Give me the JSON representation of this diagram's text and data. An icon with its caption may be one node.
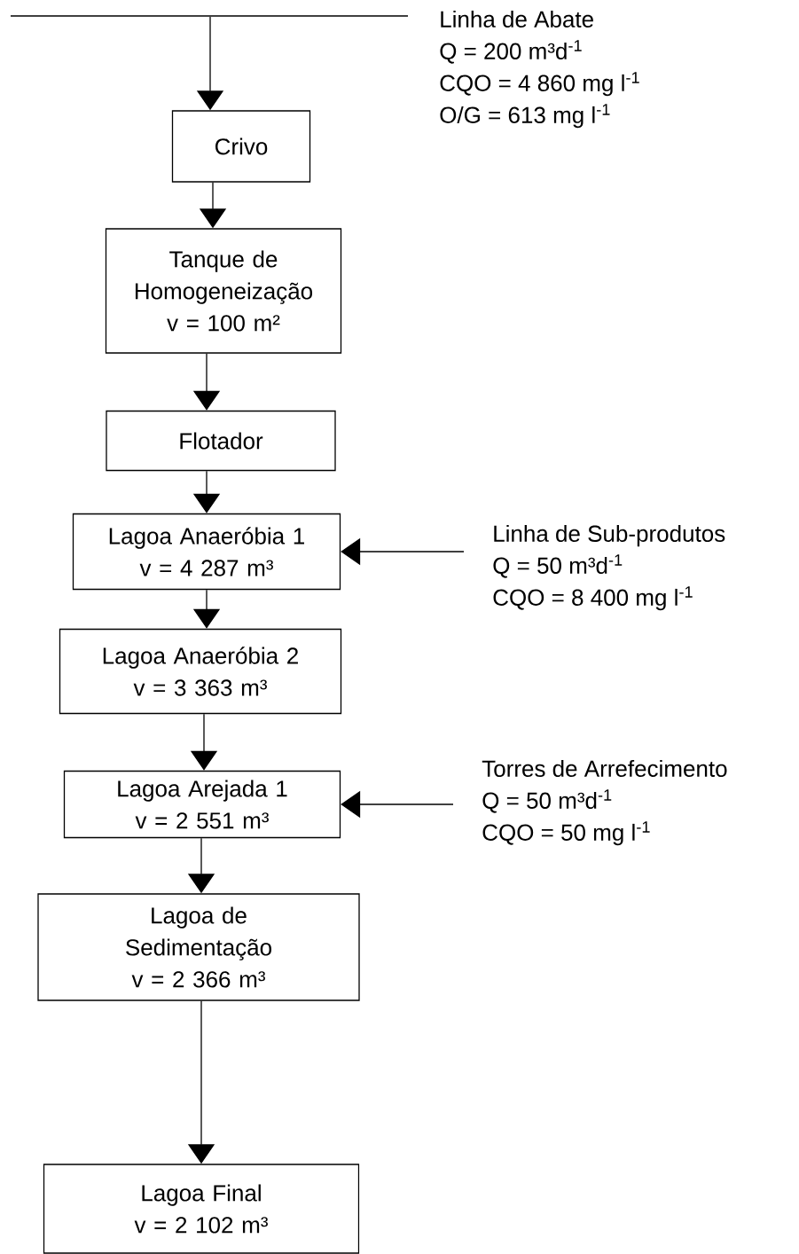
{
  "diagram": {
    "nodes": [
      {
        "text": [],
        "shape": "bar",
        "beside": [
          "Linha de Abate",
          "Q = 200 m³d$^{-1}$",
          "CQO = 4 860 mg l$^{-1}$",
          "O/G = 613 mg l$^{-1}$"
        ]
      },
      {
        "text": [
          "Crivo"
        ]
      },
      {
        "text": [
          "Tanque de Homogeneização",
          "v = 100 m²"
        ]
      },
      {
        "text": [
          "Flotador"
        ]
      },
      {
        "text": [
          "Lagoa Anaeróbia 1",
          "v = 4 287 m³"
        ]
      },
      {
        "text": [
          "Linha de Sub-produtos",
          "Q = 50 m³d$^{-1}$",
          "CQO = 8 400 mg l$^{-1}$"
        ]
      },
      {
        "text": [
          "Lagoa Anaeróbia 2",
          "v = 3 363 m³"
        ]
      },
      {
        "text": [
          "Lagoa Arejada 1",
          "v = 2 551 m³"
        ]
      },
      {
        "text": [
          "Torres de Arrefecimento",
          "Q = 50 m³d$^{-1}$",
          "CQO = 50 mg l$^{-1}$"
        ]
      },
      {
        "text": [
          "Lagoa de Sedimentação",
          "v = 2 366 m³"
        ]
      },
      {
        "text": [
          "Lagoa Final",
          "v = 2 102 m³"
        ]
      }
    ],
    "edges": [
      {
        "from": 0,
        "to": 1,
        "arrow": "to"
      },
      {
        "from": 1,
        "to": 2,
        "arrow": "to"
      },
      {
        "from": 2,
        "to": 3,
        "arrow": "to"
      },
      {
        "from": 3,
        "to": 4,
        "arrow": "to"
      },
      {
        "from": 5,
        "to": 4,
        "arrow": "to"
      },
      {
        "from": 4,
        "to": 6,
        "arrow": "to"
      },
      {
        "from": 6,
        "to": 7,
        "arrow": "to"
      },
      {
        "from": 8,
        "to": 7,
        "arrow": "to"
      },
      {
        "from": 7,
        "to": 9,
        "arrow": "to"
      },
      {
        "from": 9,
        "to": 10,
        "arrow": "to"
      }
    ]
  }
}
